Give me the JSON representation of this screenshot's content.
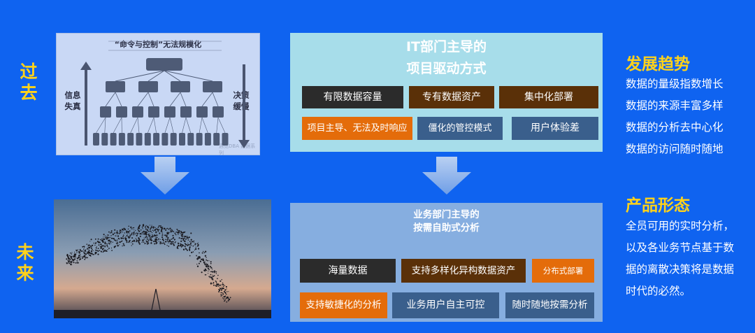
{
  "left_labels": {
    "past": "过去",
    "future": "未来"
  },
  "hierarchy": {
    "header": "“命令与控制”无法规模化",
    "left_label": "信息失真",
    "right_label": "决策缓慢",
    "watermark": "遇见DBA 数据系列"
  },
  "top_panel": {
    "title_line1": "IT部门主导的",
    "title_line2": "项目驱动方式",
    "tags": [
      "有限数据容量",
      "专有数据资产",
      "集中化部署",
      "项目主导、无法及时响应",
      "僵化的管控模式",
      "用户体验差"
    ]
  },
  "bottom_panel": {
    "title_line1": "业务部门主导的",
    "title_line2": "按需自助式分析",
    "tags": [
      "海量数据",
      "支持多样化异构数据资产",
      "分布式部署",
      "支持敏捷化的分析",
      "业务用户自主可控",
      "随时随地按需分析"
    ]
  },
  "trends": {
    "title": "发展趋势",
    "items": [
      "数据的量级指数增长",
      "数据的来源丰富多样",
      "数据的分析去中心化",
      "数据的访问随时随地"
    ]
  },
  "product": {
    "title": "产品形态",
    "lines": [
      "全员可用的实时分析，",
      "以及各业务节点基于数",
      "据的离散决策将是数据",
      "时代的必然。"
    ]
  },
  "colors": {
    "background": "#0f63f0",
    "accent_yellow": "#ffd21a",
    "tag_dark": "#2b2b2b",
    "tag_brown": "#5a3008",
    "tag_orange": "#e46c0a",
    "tag_blue": "#3a5f8c"
  }
}
